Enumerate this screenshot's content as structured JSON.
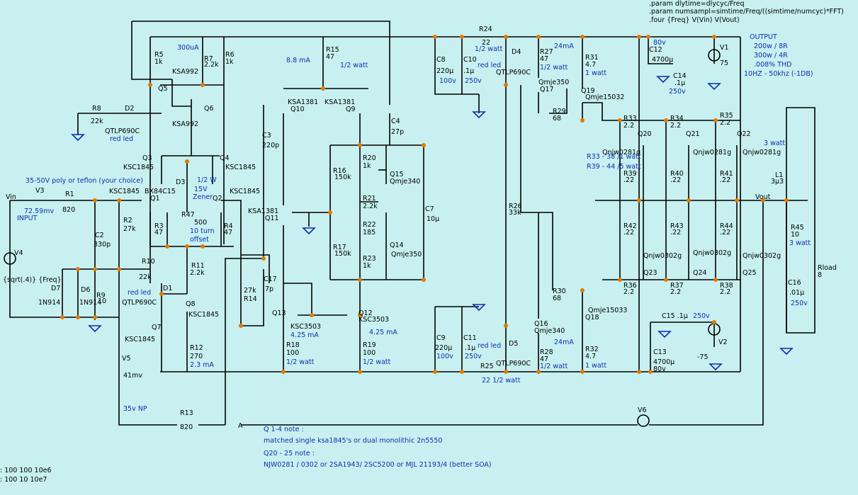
{
  "directives": {
    "param1": ".param dlytime=dlycyc/Freq",
    "param2": ".param numsampl=simtime/Freq/((simtime/numcyc)*FFT)",
    "four": ".four {Freq} V(Vin) V(Vout)"
  },
  "spec": {
    "title": "OUTPUT",
    "l1": "200w / 8R",
    "l2": "300w / 4R",
    "l3": ".008% THD",
    "l4": "10HZ - 50khz (-1DB)"
  },
  "notes": {
    "q14_title": "Q 1-4 note :",
    "q14_body": "matched single ksa1845's or dual monolithic 2n5550",
    "q20_title": "Q20 - 25 note :",
    "q20_body": "NJW0281 / 0302 or 2SA1943/ 2SC5200 or MJL 21193/4 (better SOA)"
  },
  "corner": {
    "l1": ": 100 100 10e6",
    "l2": ": 100 10 10e7"
  },
  "labels": [
    {
      "id": "r5",
      "t": "R5"
    },
    {
      "id": "r5v",
      "t": "1k"
    },
    {
      "id": "i300",
      "t": "300uA"
    },
    {
      "id": "r7",
      "t": "R7"
    },
    {
      "id": "r7v",
      "t": "2.2k"
    },
    {
      "id": "r6",
      "t": "R6"
    },
    {
      "id": "r6v",
      "t": "1k"
    },
    {
      "id": "ksa992a",
      "t": "KSA992"
    },
    {
      "id": "q5",
      "t": "Q5"
    },
    {
      "id": "q6",
      "t": "Q6"
    },
    {
      "id": "ksa992b",
      "t": "KSA992"
    },
    {
      "id": "r8",
      "t": "R8"
    },
    {
      "id": "r8v",
      "t": "22k"
    },
    {
      "id": "d2",
      "t": "D2"
    },
    {
      "id": "d2v",
      "t": "QTLP690C"
    },
    {
      "id": "d2c",
      "t": "red led"
    },
    {
      "id": "q3",
      "t": "Q3"
    },
    {
      "id": "ksc1845a",
      "t": "KSC1845"
    },
    {
      "id": "q4",
      "t": "Q4"
    },
    {
      "id": "ksc1845b",
      "t": "KSC1845"
    },
    {
      "id": "pp",
      "t": "35-50V poly or teflon (your choice)"
    },
    {
      "id": "vin",
      "t": "Vin"
    },
    {
      "id": "v3",
      "t": "V3"
    },
    {
      "id": "v3v",
      "t": "72.59mv"
    },
    {
      "id": "input",
      "t": "INPUT"
    },
    {
      "id": "r1",
      "t": "R1"
    },
    {
      "id": "r1v",
      "t": "820"
    },
    {
      "id": "ksc1845c",
      "t": "KSC1845"
    },
    {
      "id": "bx",
      "t": "BX84C15"
    },
    {
      "id": "q1",
      "t": "Q1"
    },
    {
      "id": "d3",
      "t": "D3"
    },
    {
      "id": "w12",
      "t": "1/2 W"
    },
    {
      "id": "v15",
      "t": "15V"
    },
    {
      "id": "zener",
      "t": "Zener"
    },
    {
      "id": "q2",
      "t": "Q2"
    },
    {
      "id": "ksc1845d",
      "t": "KSC1845"
    },
    {
      "id": "r47",
      "t": "R47"
    },
    {
      "id": "r47v",
      "t": "500"
    },
    {
      "id": "r47n1",
      "t": "10 turn"
    },
    {
      "id": "r47n2",
      "t": "offset"
    },
    {
      "id": "r2",
      "t": "R2"
    },
    {
      "id": "r2v",
      "t": "27k"
    },
    {
      "id": "r3",
      "t": "R3"
    },
    {
      "id": "r3v",
      "t": "47"
    },
    {
      "id": "r4",
      "t": "R4"
    },
    {
      "id": "r4v",
      "t": "47"
    },
    {
      "id": "c2",
      "t": "C2"
    },
    {
      "id": "c2v",
      "t": "330p"
    },
    {
      "id": "v4",
      "t": "V4"
    },
    {
      "id": "v4v",
      "t": "{sqrt(.4)} {Freq}"
    },
    {
      "id": "r10",
      "t": "R10"
    },
    {
      "id": "r10v",
      "t": "22k"
    },
    {
      "id": "r11",
      "t": "R11"
    },
    {
      "id": "r11v",
      "t": "2.2k"
    },
    {
      "id": "d7",
      "t": "D7"
    },
    {
      "id": "d7v",
      "t": "1N914"
    },
    {
      "id": "d6",
      "t": "D6"
    },
    {
      "id": "d6v",
      "t": "1N914"
    },
    {
      "id": "r9",
      "t": "R9"
    },
    {
      "id": "r9v",
      "t": "10"
    },
    {
      "id": "d1",
      "t": "D1"
    },
    {
      "id": "d1c",
      "t": "red led"
    },
    {
      "id": "d1v",
      "t": "QTLP690C"
    },
    {
      "id": "q8",
      "t": "Q8"
    },
    {
      "id": "ksc1845e",
      "t": "KSC1845"
    },
    {
      "id": "q7",
      "t": "Q7"
    },
    {
      "id": "ksc1845f",
      "t": "KSC1845"
    },
    {
      "id": "r12",
      "t": "R12"
    },
    {
      "id": "r12v",
      "t": "270"
    },
    {
      "id": "i23",
      "t": "2.3 mA"
    },
    {
      "id": "v5",
      "t": "V5"
    },
    {
      "id": "v5v",
      "t": "41mv"
    },
    {
      "id": "np",
      "t": "35v NP"
    },
    {
      "id": "r13",
      "t": "R13"
    },
    {
      "id": "r13v",
      "t": "820"
    },
    {
      "id": "a",
      "t": "A"
    },
    {
      "id": "r15",
      "t": "R15"
    },
    {
      "id": "r15v",
      "t": "47"
    },
    {
      "id": "i88",
      "t": "8.8 mA"
    },
    {
      "id": "hw1",
      "t": "1/2 watt"
    },
    {
      "id": "ksa1381a",
      "t": "KSA1381"
    },
    {
      "id": "q10",
      "t": "Q10"
    },
    {
      "id": "ksa1381b",
      "t": "KSA1381"
    },
    {
      "id": "q9",
      "t": "Q9"
    },
    {
      "id": "c3",
      "t": "C3"
    },
    {
      "id": "c3v",
      "t": "220p"
    },
    {
      "id": "c4",
      "t": "C4"
    },
    {
      "id": "c4v",
      "t": "27p"
    },
    {
      "id": "ksa1381c",
      "t": "KSA1381"
    },
    {
      "id": "q11",
      "t": "Q11"
    },
    {
      "id": "r20",
      "t": "R20"
    },
    {
      "id": "r20v",
      "t": "1k"
    },
    {
      "id": "r16",
      "t": "R16"
    },
    {
      "id": "r16v",
      "t": "150k"
    },
    {
      "id": "q15",
      "t": "Q15"
    },
    {
      "id": "q15v",
      "t": "Qmje340"
    },
    {
      "id": "r21",
      "t": "R21"
    },
    {
      "id": "r21v",
      "t": "2.2k"
    },
    {
      "id": "r22",
      "t": "R22"
    },
    {
      "id": "r22v",
      "t": "185"
    },
    {
      "id": "c7",
      "t": "C7"
    },
    {
      "id": "c7v",
      "t": "10µ"
    },
    {
      "id": "r17",
      "t": "R17"
    },
    {
      "id": "r17v",
      "t": "150k"
    },
    {
      "id": "q14",
      "t": "Q14"
    },
    {
      "id": "q14v",
      "t": "Qmje350"
    },
    {
      "id": "r23",
      "t": "R23"
    },
    {
      "id": "r23v",
      "t": "1k"
    },
    {
      "id": "c17",
      "t": "C17"
    },
    {
      "id": "c17v",
      "t": "7p"
    },
    {
      "id": "r14",
      "t": "R14"
    },
    {
      "id": "r14v",
      "t": "27k"
    },
    {
      "id": "q13",
      "t": "Q13"
    },
    {
      "id": "q12",
      "t": "Q12"
    },
    {
      "id": "ksc3503a",
      "t": "KSC3503"
    },
    {
      "id": "ksc3503b",
      "t": "KSC3503"
    },
    {
      "id": "i425a",
      "t": "4.25 mA"
    },
    {
      "id": "i425b",
      "t": "4.25 mA"
    },
    {
      "id": "r18",
      "t": "R18"
    },
    {
      "id": "r18v",
      "t": "100"
    },
    {
      "id": "hw2",
      "t": "1/2 watt"
    },
    {
      "id": "r19",
      "t": "R19"
    },
    {
      "id": "r19v",
      "t": "100"
    },
    {
      "id": "hw3",
      "t": "1/2 watt"
    },
    {
      "id": "r24",
      "t": "R24"
    },
    {
      "id": "r24v",
      "t": "22"
    },
    {
      "id": "hw4",
      "t": "1/2 watt"
    },
    {
      "id": "c8",
      "t": "C8"
    },
    {
      "id": "c8v",
      "t": "220µ"
    },
    {
      "id": "c8w",
      "t": "100v"
    },
    {
      "id": "c10",
      "t": "C10"
    },
    {
      "id": "c10v",
      "t": ".1µ"
    },
    {
      "id": "c10w",
      "t": "250v"
    },
    {
      "id": "d4",
      "t": "D4"
    },
    {
      "id": "d4c",
      "t": "red led"
    },
    {
      "id": "d4v",
      "t": "QTLP690C"
    },
    {
      "id": "r27",
      "t": "R27"
    },
    {
      "id": "r27v",
      "t": "47"
    },
    {
      "id": "hw5",
      "t": "1/2 watt"
    },
    {
      "id": "i24a",
      "t": "24mA"
    },
    {
      "id": "qmje350b",
      "t": "Qmje350"
    },
    {
      "id": "q17",
      "t": "Q17"
    },
    {
      "id": "r31",
      "t": "R31"
    },
    {
      "id": "r31v",
      "t": "4.7"
    },
    {
      "id": "w1a",
      "t": "1 watt"
    },
    {
      "id": "q19",
      "t": "Q19"
    },
    {
      "id": "q19v",
      "t": "Qmje15032"
    },
    {
      "id": "r29",
      "t": "R29"
    },
    {
      "id": "r29v",
      "t": "68"
    },
    {
      "id": "c12v",
      "t": "80v"
    },
    {
      "id": "c12",
      "t": "C12"
    },
    {
      "id": "c12c",
      "t": "4700µ"
    },
    {
      "id": "c14",
      "t": "C14"
    },
    {
      "id": "c14v",
      "t": ".1µ"
    },
    {
      "id": "c14w",
      "t": "250v"
    },
    {
      "id": "v1",
      "t": "V1"
    },
    {
      "id": "v1v",
      "t": "75"
    },
    {
      "id": "r33",
      "t": "R33"
    },
    {
      "id": "r33v",
      "t": "2.2"
    },
    {
      "id": "r34",
      "t": "R34"
    },
    {
      "id": "r34v",
      "t": "2.2"
    },
    {
      "id": "r35",
      "t": "R35"
    },
    {
      "id": "r35v",
      "t": "2.2"
    },
    {
      "id": "q20",
      "t": "Q20"
    },
    {
      "id": "q21",
      "t": "Q21"
    },
    {
      "id": "q22",
      "t": "Q22"
    },
    {
      "id": "qnjw1",
      "t": "Qnjw0281g"
    },
    {
      "id": "qnjw2",
      "t": "Qnjw0281g"
    },
    {
      "id": "qnjw3",
      "t": "Qnjw0281g"
    },
    {
      "id": "rn1",
      "t": "R33 - 38  /1 watt"
    },
    {
      "id": "rn2",
      "t": "R39 - 44  /5 watt"
    },
    {
      "id": "r39",
      "t": "R39"
    },
    {
      "id": "r39v",
      "t": ".22"
    },
    {
      "id": "r40",
      "t": "R40"
    },
    {
      "id": "r40v",
      "t": ".22"
    },
    {
      "id": "r41",
      "t": "R41"
    },
    {
      "id": "r41v",
      "t": ".22"
    },
    {
      "id": "w3",
      "t": "3 watt"
    },
    {
      "id": "l1",
      "t": "L1"
    },
    {
      "id": "l1v",
      "t": "3µ3"
    },
    {
      "id": "vout",
      "t": "Vout"
    },
    {
      "id": "r26",
      "t": "R26"
    },
    {
      "id": "r26v",
      "t": "33k"
    },
    {
      "id": "r42",
      "t": "R42"
    },
    {
      "id": "r42v",
      "t": ".22"
    },
    {
      "id": "r43",
      "t": "R43"
    },
    {
      "id": "r43v",
      "t": ".22"
    },
    {
      "id": "r44",
      "t": "R44"
    },
    {
      "id": "r44v",
      "t": ".22"
    },
    {
      "id": "r45",
      "t": "R45"
    },
    {
      "id": "r45v",
      "t": "10"
    },
    {
      "id": "w3b",
      "t": "3 watt"
    },
    {
      "id": "qnjw4",
      "t": "Qnjw0302g"
    },
    {
      "id": "qnjw5",
      "t": "Qnjw0302g"
    },
    {
      "id": "qnjw6",
      "t": "Qnjw0302g"
    },
    {
      "id": "q23",
      "t": "Q23"
    },
    {
      "id": "q24",
      "t": "Q24"
    },
    {
      "id": "q25",
      "t": "Q25"
    },
    {
      "id": "rload",
      "t": "Rload"
    },
    {
      "id": "rloadv",
      "t": "8"
    },
    {
      "id": "c16",
      "t": "C16"
    },
    {
      "id": "c16v",
      "t": ".01µ"
    },
    {
      "id": "c16w",
      "t": "250v"
    },
    {
      "id": "r30",
      "t": "R30"
    },
    {
      "id": "r30v",
      "t": "68"
    },
    {
      "id": "r36",
      "t": "R36"
    },
    {
      "id": "r36v",
      "t": "2.2"
    },
    {
      "id": "r37",
      "t": "R37"
    },
    {
      "id": "r37v",
      "t": "2.2"
    },
    {
      "id": "r38",
      "t": "R38"
    },
    {
      "id": "r38v",
      "t": "2.2"
    },
    {
      "id": "q18v",
      "t": "Qmje15033"
    },
    {
      "id": "q18",
      "t": "Q18"
    },
    {
      "id": "c15",
      "t": "C15 .1µ"
    },
    {
      "id": "w250",
      "t": "250v"
    },
    {
      "id": "c9",
      "t": "C9"
    },
    {
      "id": "c9v",
      "t": "220µ"
    },
    {
      "id": "c9w",
      "t": "100v"
    },
    {
      "id": "c11",
      "t": "C11"
    },
    {
      "id": "c11v",
      "t": ".1µ"
    },
    {
      "id": "c11w",
      "t": "250v"
    },
    {
      "id": "q16",
      "t": "Q16"
    },
    {
      "id": "q16v",
      "t": "Qmje340"
    },
    {
      "id": "i24b",
      "t": "24mA"
    },
    {
      "id": "d5c",
      "t": "red led"
    },
    {
      "id": "d5",
      "t": "D5"
    },
    {
      "id": "d5v",
      "t": "QTLP690C"
    },
    {
      "id": "r28",
      "t": "R28"
    },
    {
      "id": "r28v",
      "t": "47"
    },
    {
      "id": "hw6",
      "t": "1/2 watt"
    },
    {
      "id": "r32",
      "t": "R32"
    },
    {
      "id": "r32v",
      "t": "4.7"
    },
    {
      "id": "w1b",
      "t": "1 watt"
    },
    {
      "id": "c13",
      "t": "C13"
    },
    {
      "id": "c13v",
      "t": "4700µ"
    },
    {
      "id": "c13w",
      "t": "80v"
    },
    {
      "id": "v2",
      "t": "V2"
    },
    {
      "id": "v2v",
      "t": "-75"
    },
    {
      "id": "r25",
      "t": "R25"
    },
    {
      "id": "r25v",
      "t": "22  1/2 watt"
    },
    {
      "id": "v6",
      "t": "V6"
    }
  ]
}
